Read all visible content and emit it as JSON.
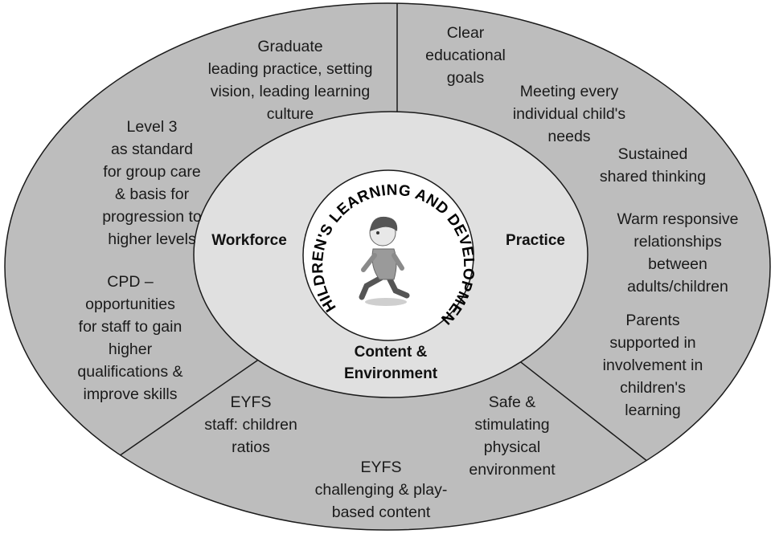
{
  "diagram": {
    "center_title": "CHILDREN'S LEARNING AND DEVELOPMENT",
    "sectors": {
      "workforce": "Workforce",
      "practice": "Practice",
      "content_environment": [
        "Content &",
        "Environment"
      ]
    },
    "outer_notes": {
      "graduate": [
        "Graduate",
        "leading practice, setting",
        "vision, leading learning",
        "culture"
      ],
      "level3": [
        "Level 3",
        "as standard",
        "for group care",
        "& basis for",
        "progression to",
        "higher levels"
      ],
      "cpd": [
        "CPD –",
        "opportunities",
        "for staff to gain",
        "higher",
        "qualifications &",
        "improve skills"
      ],
      "clear_goals": [
        "Clear",
        "educational",
        "goals"
      ],
      "individual_needs": [
        "Meeting every",
        "individual child's",
        "needs"
      ],
      "sustained_thinking": [
        "Sustained",
        "shared thinking"
      ],
      "warm_relationships": [
        "Warm responsive",
        "relationships",
        "between",
        "adults/children"
      ],
      "parents": [
        "Parents",
        "supported in",
        "involvement in",
        "children's",
        "learning"
      ],
      "ratios": [
        "EYFS",
        "staff: children",
        "ratios"
      ],
      "safe_environment": [
        "Safe &",
        "stimulating",
        "physical",
        "environment"
      ],
      "challenging_content": [
        "EYFS",
        "challenging & play-",
        "based content"
      ]
    },
    "colors": {
      "outer_ring": "#bdbdbd",
      "middle_ring": "#e0e0e0",
      "inner_circle": "#ffffff",
      "stroke": "#1a1a1a"
    },
    "center_icon": "running-child-icon"
  }
}
